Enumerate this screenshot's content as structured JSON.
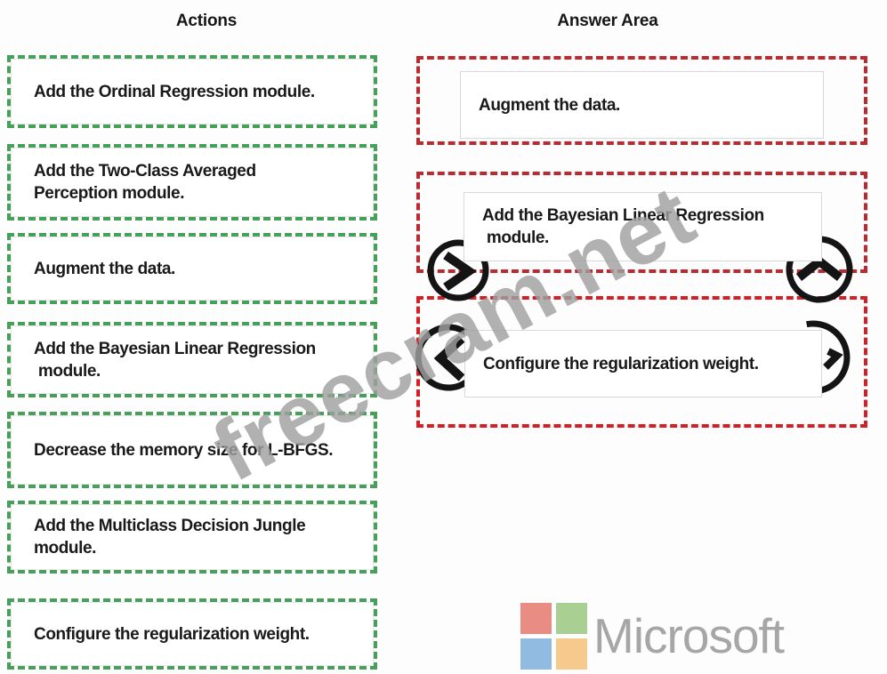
{
  "actions": {
    "title": "Actions",
    "items": [
      "Add the Ordinal Regression module.",
      "Add the Two-Class Averaged\nPerception module.",
      "Augment the data.",
      "Add the Bayesian Linear Regression\n module.",
      "Decrease the memory size for L-BFGS.",
      "Add the Multiclass Decision Jungle\nmodule.",
      "Configure the regularization weight."
    ]
  },
  "answer_area": {
    "title": "Answer Area",
    "slots": [
      "Augment the data.",
      "Add the Bayesian Linear Regression\n module.",
      "Configure the regularization weight."
    ]
  },
  "watermark": "freecram.net",
  "brand": {
    "name": "Microsoft",
    "text_color": "#a6a6a6",
    "tile_colors": {
      "top_left": "#e98d84",
      "top_right": "#a9cf92",
      "bottom_left": "#92bbe2",
      "bottom_right": "#f6ca8c"
    }
  },
  "colors": {
    "action_box_border": "#46a05a",
    "answer_box_border": "#bb2a2f",
    "answer_box_border_bright": "#d32026",
    "icon_color": "#141414",
    "text_color": "#191919"
  },
  "icons": [
    "circle-arrow-right",
    "circle-arrow-up",
    "circle-arrow-left",
    "arc-arrow-right"
  ]
}
